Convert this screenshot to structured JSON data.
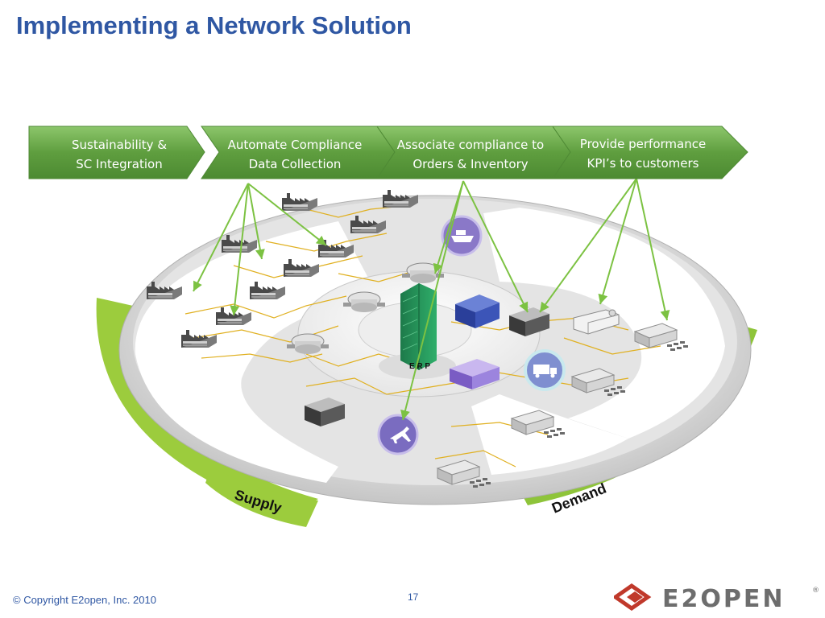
{
  "slide": {
    "title": "Implementing a Network Solution",
    "page_number": "17",
    "copyright": "© Copyright E2open, Inc. 2010"
  },
  "chevrons": [
    {
      "line1": "Sustainability  &",
      "line2": "SC Integration"
    },
    {
      "line1": "Automate Compliance",
      "line2": "Data Collection"
    },
    {
      "line1": "Associate compliance to",
      "line2": "Orders  & Inventory"
    },
    {
      "line1": "Provide performance",
      "line2": "KPI’s to customers"
    }
  ],
  "ring_labels": {
    "supply": "Supply",
    "demand": "Demand",
    "center": "E R P"
  },
  "logo": {
    "text": "E2OPEN",
    "mark": "®"
  },
  "colors": {
    "title": "#2f57a3",
    "chevron_green": "#6aa84f",
    "arrow_green": "#7cc242",
    "ring_green": "#9ccc3d",
    "network_line": "#e0b020",
    "logo_red": "#c0392b"
  }
}
